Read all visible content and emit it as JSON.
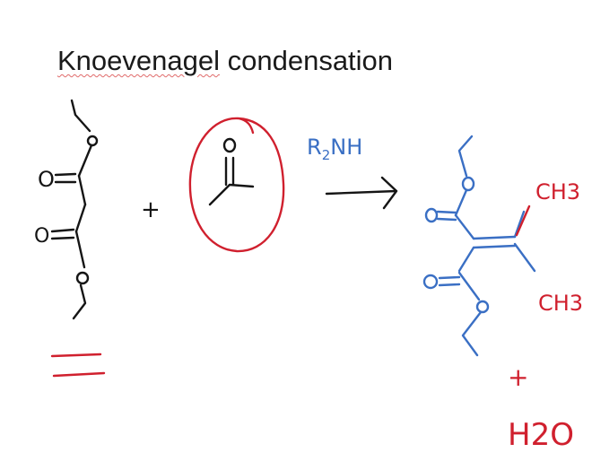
{
  "title": {
    "word1": "Knoevenagel",
    "word2": " condensation"
  },
  "reagent": {
    "amine": "R",
    "amine_sub": "2",
    "amine_rest": "NH"
  },
  "symbols": {
    "oxygen": "O",
    "carbonyl_o": "O=",
    "plus": "+"
  },
  "product_labels": {
    "methyl_top": "CH3",
    "methyl_bottom": "CH3",
    "water": "H2O"
  },
  "colors": {
    "black_ink": "#151515",
    "red_ink": "#d0202e",
    "blue_ink": "#3a6fc4"
  }
}
